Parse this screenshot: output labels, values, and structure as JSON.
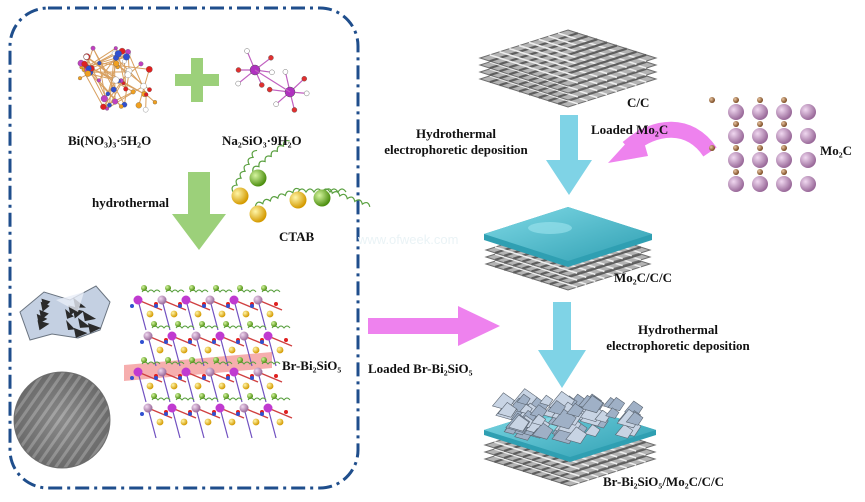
{
  "labels": {
    "bi_nitrate": "Bi(NO₃)₃·5H₂O",
    "sodium_silicate": "Na₂SiO₃·9H₂O",
    "hydrothermal": "hydrothermal",
    "ctab": "CTAB",
    "br_bi2sio5": "Br-Bi₂SiO₅",
    "loaded_br_bi2sio5": "Loaded Br-Bi₂SiO₅",
    "cc": "C/C",
    "loaded_mo2c": "Loaded Mo₂C",
    "mo2c": "Mo₂C",
    "hydrothermal_ep_line1_top": "Hydrothermal",
    "hydrothermal_ep_line2_top": "electrophoretic deposition",
    "mo2c_cc": "Mo₂C/C/C",
    "hydrothermal_ep_line1_bottom": "Hydrothermal",
    "hydrothermal_ep_line2_bottom": "electrophoretic deposition",
    "final_product": "Br-Bi₂SiO₅/Mo₂C/C/C",
    "watermark": "www.ofweek.com"
  },
  "colors": {
    "dashed_border": "#1f4e8c",
    "green_arrow": "#9cd07a",
    "pink_arrow": "#ee82ee",
    "blue_arrow": "#7fd3e6",
    "cyan_layer": "#4bb8c8",
    "mesh_gray": "#8c8c8c",
    "plane_pink": "#f5a0a0"
  }
}
